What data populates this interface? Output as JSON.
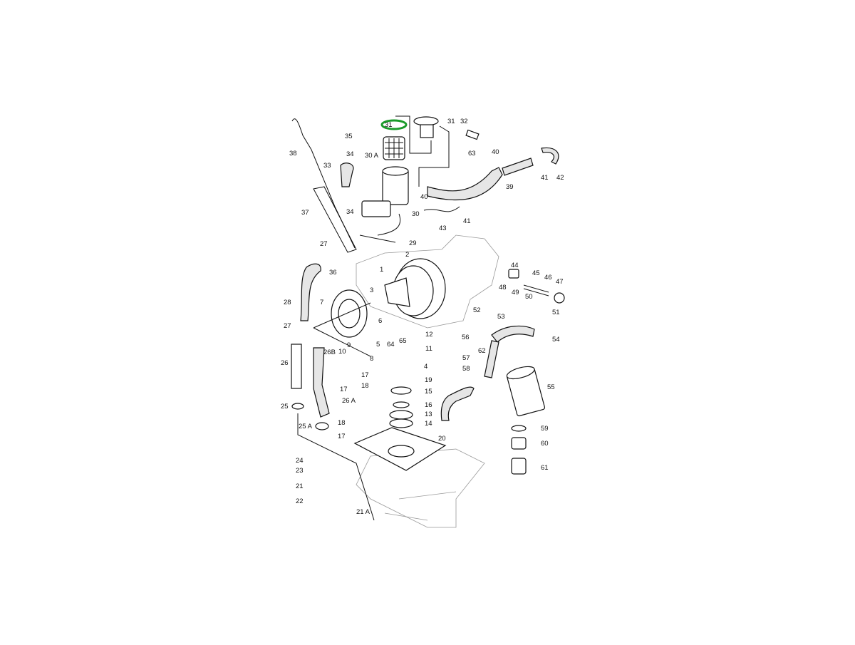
{
  "diagram": {
    "title": "Oil system exploded parts view",
    "highlight_color": "#1a9a2a",
    "highlighted_part": "31",
    "part_labels": [
      "31",
      "35",
      "38",
      "30 A",
      "34",
      "33",
      "34",
      "37",
      "30",
      "29",
      "27",
      "36",
      "2",
      "1",
      "3",
      "28",
      "7",
      "27",
      "6",
      "5",
      "64",
      "65",
      "12",
      "11",
      "9",
      "10",
      "8",
      "26B",
      "26",
      "17",
      "4",
      "19",
      "18",
      "15",
      "17",
      "26 A",
      "25",
      "16",
      "13",
      "14",
      "18",
      "25 A",
      "17",
      "20",
      "24",
      "23",
      "21",
      "22",
      "21 A",
      "31",
      "32",
      "63",
      "40",
      "41",
      "42",
      "39",
      "40",
      "41",
      "43",
      "44",
      "45",
      "46",
      "47",
      "48",
      "49",
      "50",
      "52",
      "53",
      "51",
      "56",
      "54",
      "62",
      "57",
      "58",
      "55",
      "59",
      "60",
      "61"
    ]
  }
}
